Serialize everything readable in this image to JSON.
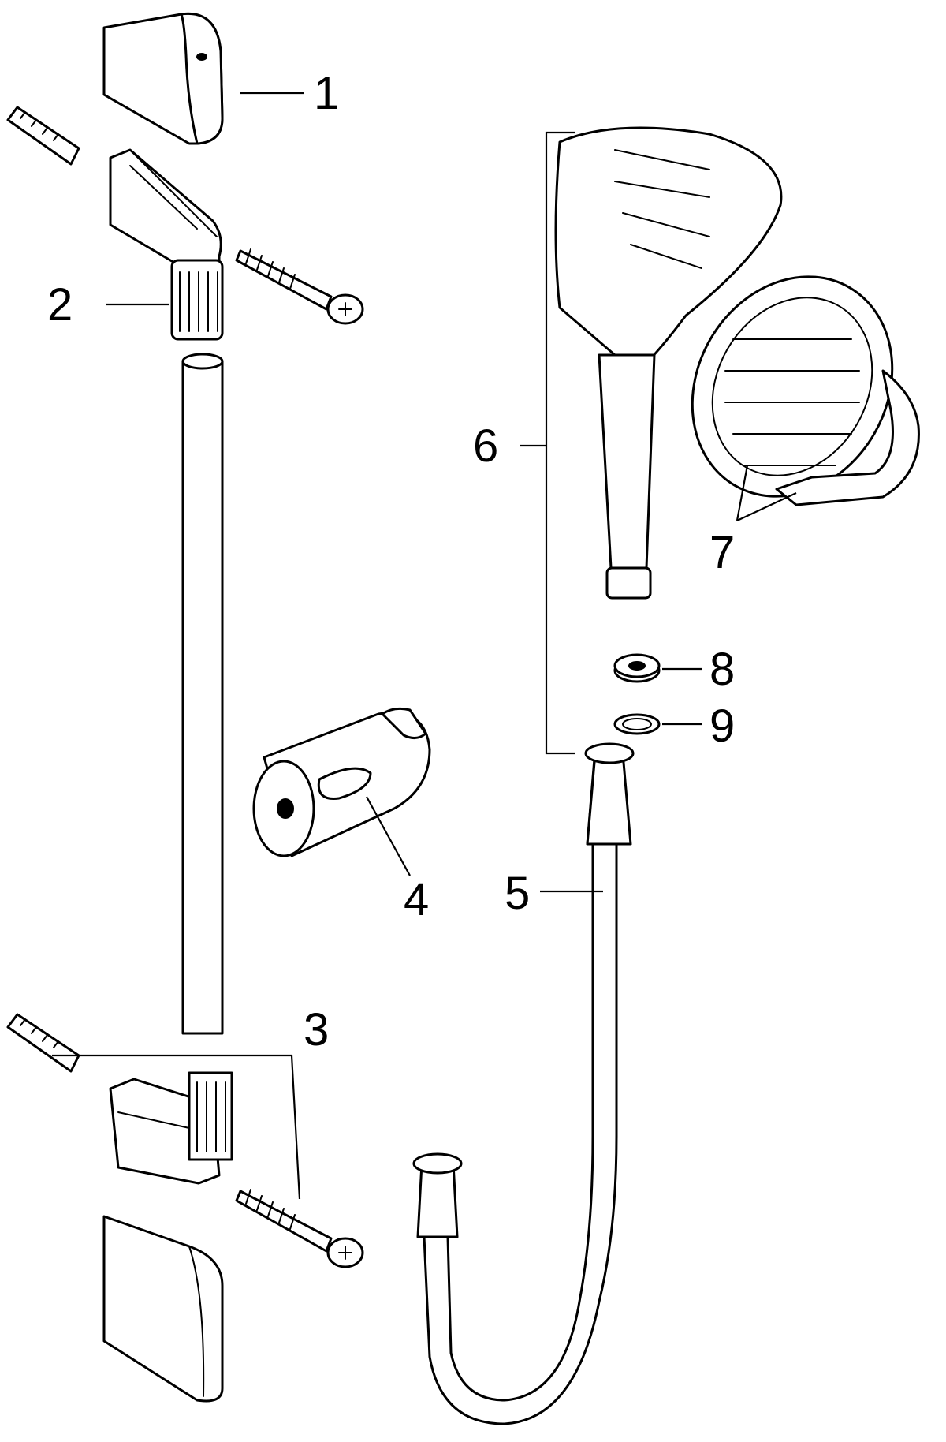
{
  "colors": {
    "line": "#000000",
    "background": "#ffffff"
  },
  "callouts": [
    {
      "id": "1",
      "label": "1",
      "part": "end-cap-top"
    },
    {
      "id": "2",
      "label": "2",
      "part": "upper-wall-bracket"
    },
    {
      "id": "3",
      "label": "3",
      "part": "lower-wall-bracket-set"
    },
    {
      "id": "4",
      "label": "4",
      "part": "shower-holder-slider"
    },
    {
      "id": "5",
      "label": "5",
      "part": "shower-hose"
    },
    {
      "id": "6",
      "label": "6",
      "part": "hand-shower-group"
    },
    {
      "id": "7",
      "label": "7",
      "part": "spray-disc"
    },
    {
      "id": "8",
      "label": "8",
      "part": "flow-restrictor"
    },
    {
      "id": "9",
      "label": "9",
      "part": "seal-ring"
    }
  ],
  "icons": [
    "screw-icon",
    "wall-plug-icon"
  ]
}
